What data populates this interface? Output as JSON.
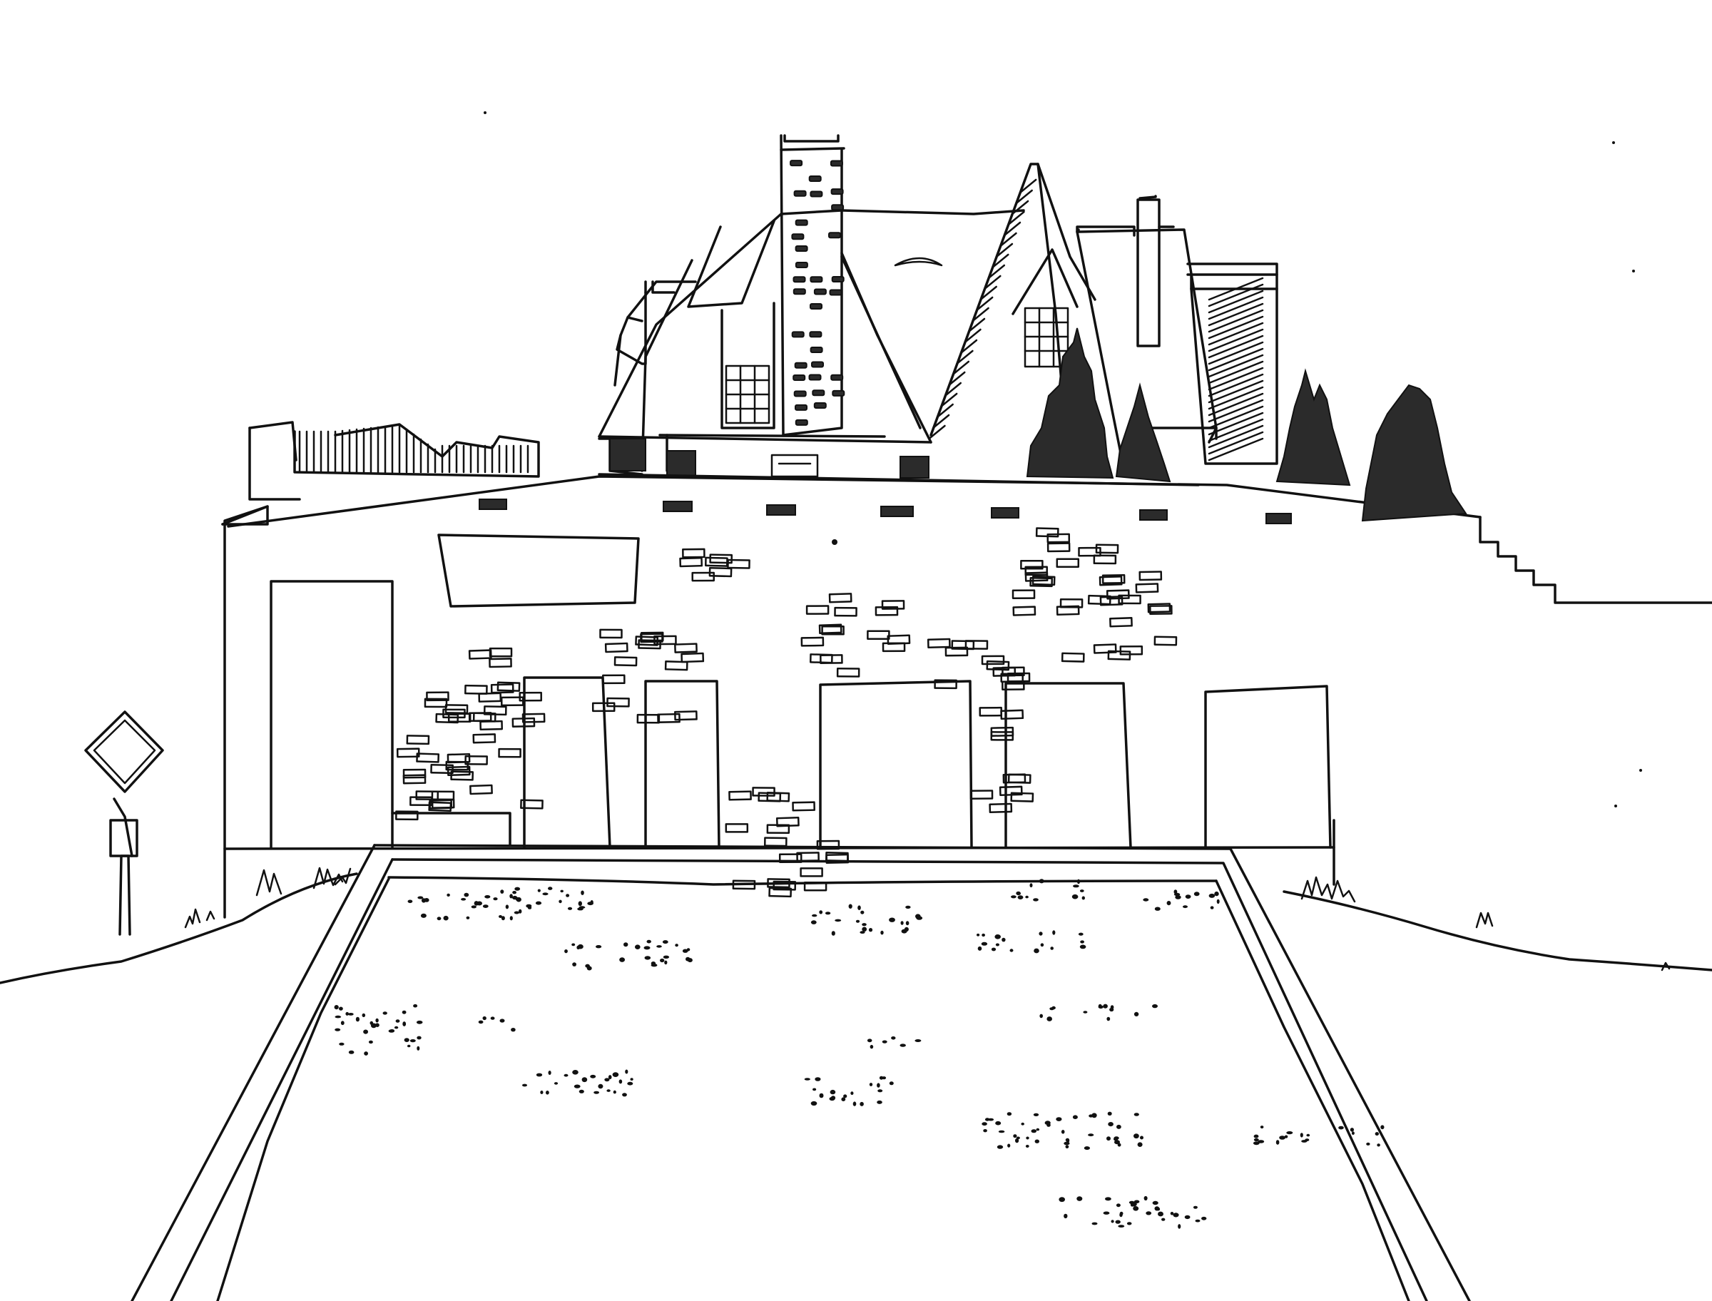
{
  "scene": {
    "ink_color": "#111111",
    "fill_color": "#2b2b2b",
    "paper_color": "#ffffff",
    "elements": [
      "house",
      "chimney",
      "dormer-window",
      "evergreen-shrubs",
      "retaining-wall",
      "wall-openings",
      "road-sign",
      "planter-bed",
      "grass-tufts",
      "gravel-speckles"
    ]
  }
}
